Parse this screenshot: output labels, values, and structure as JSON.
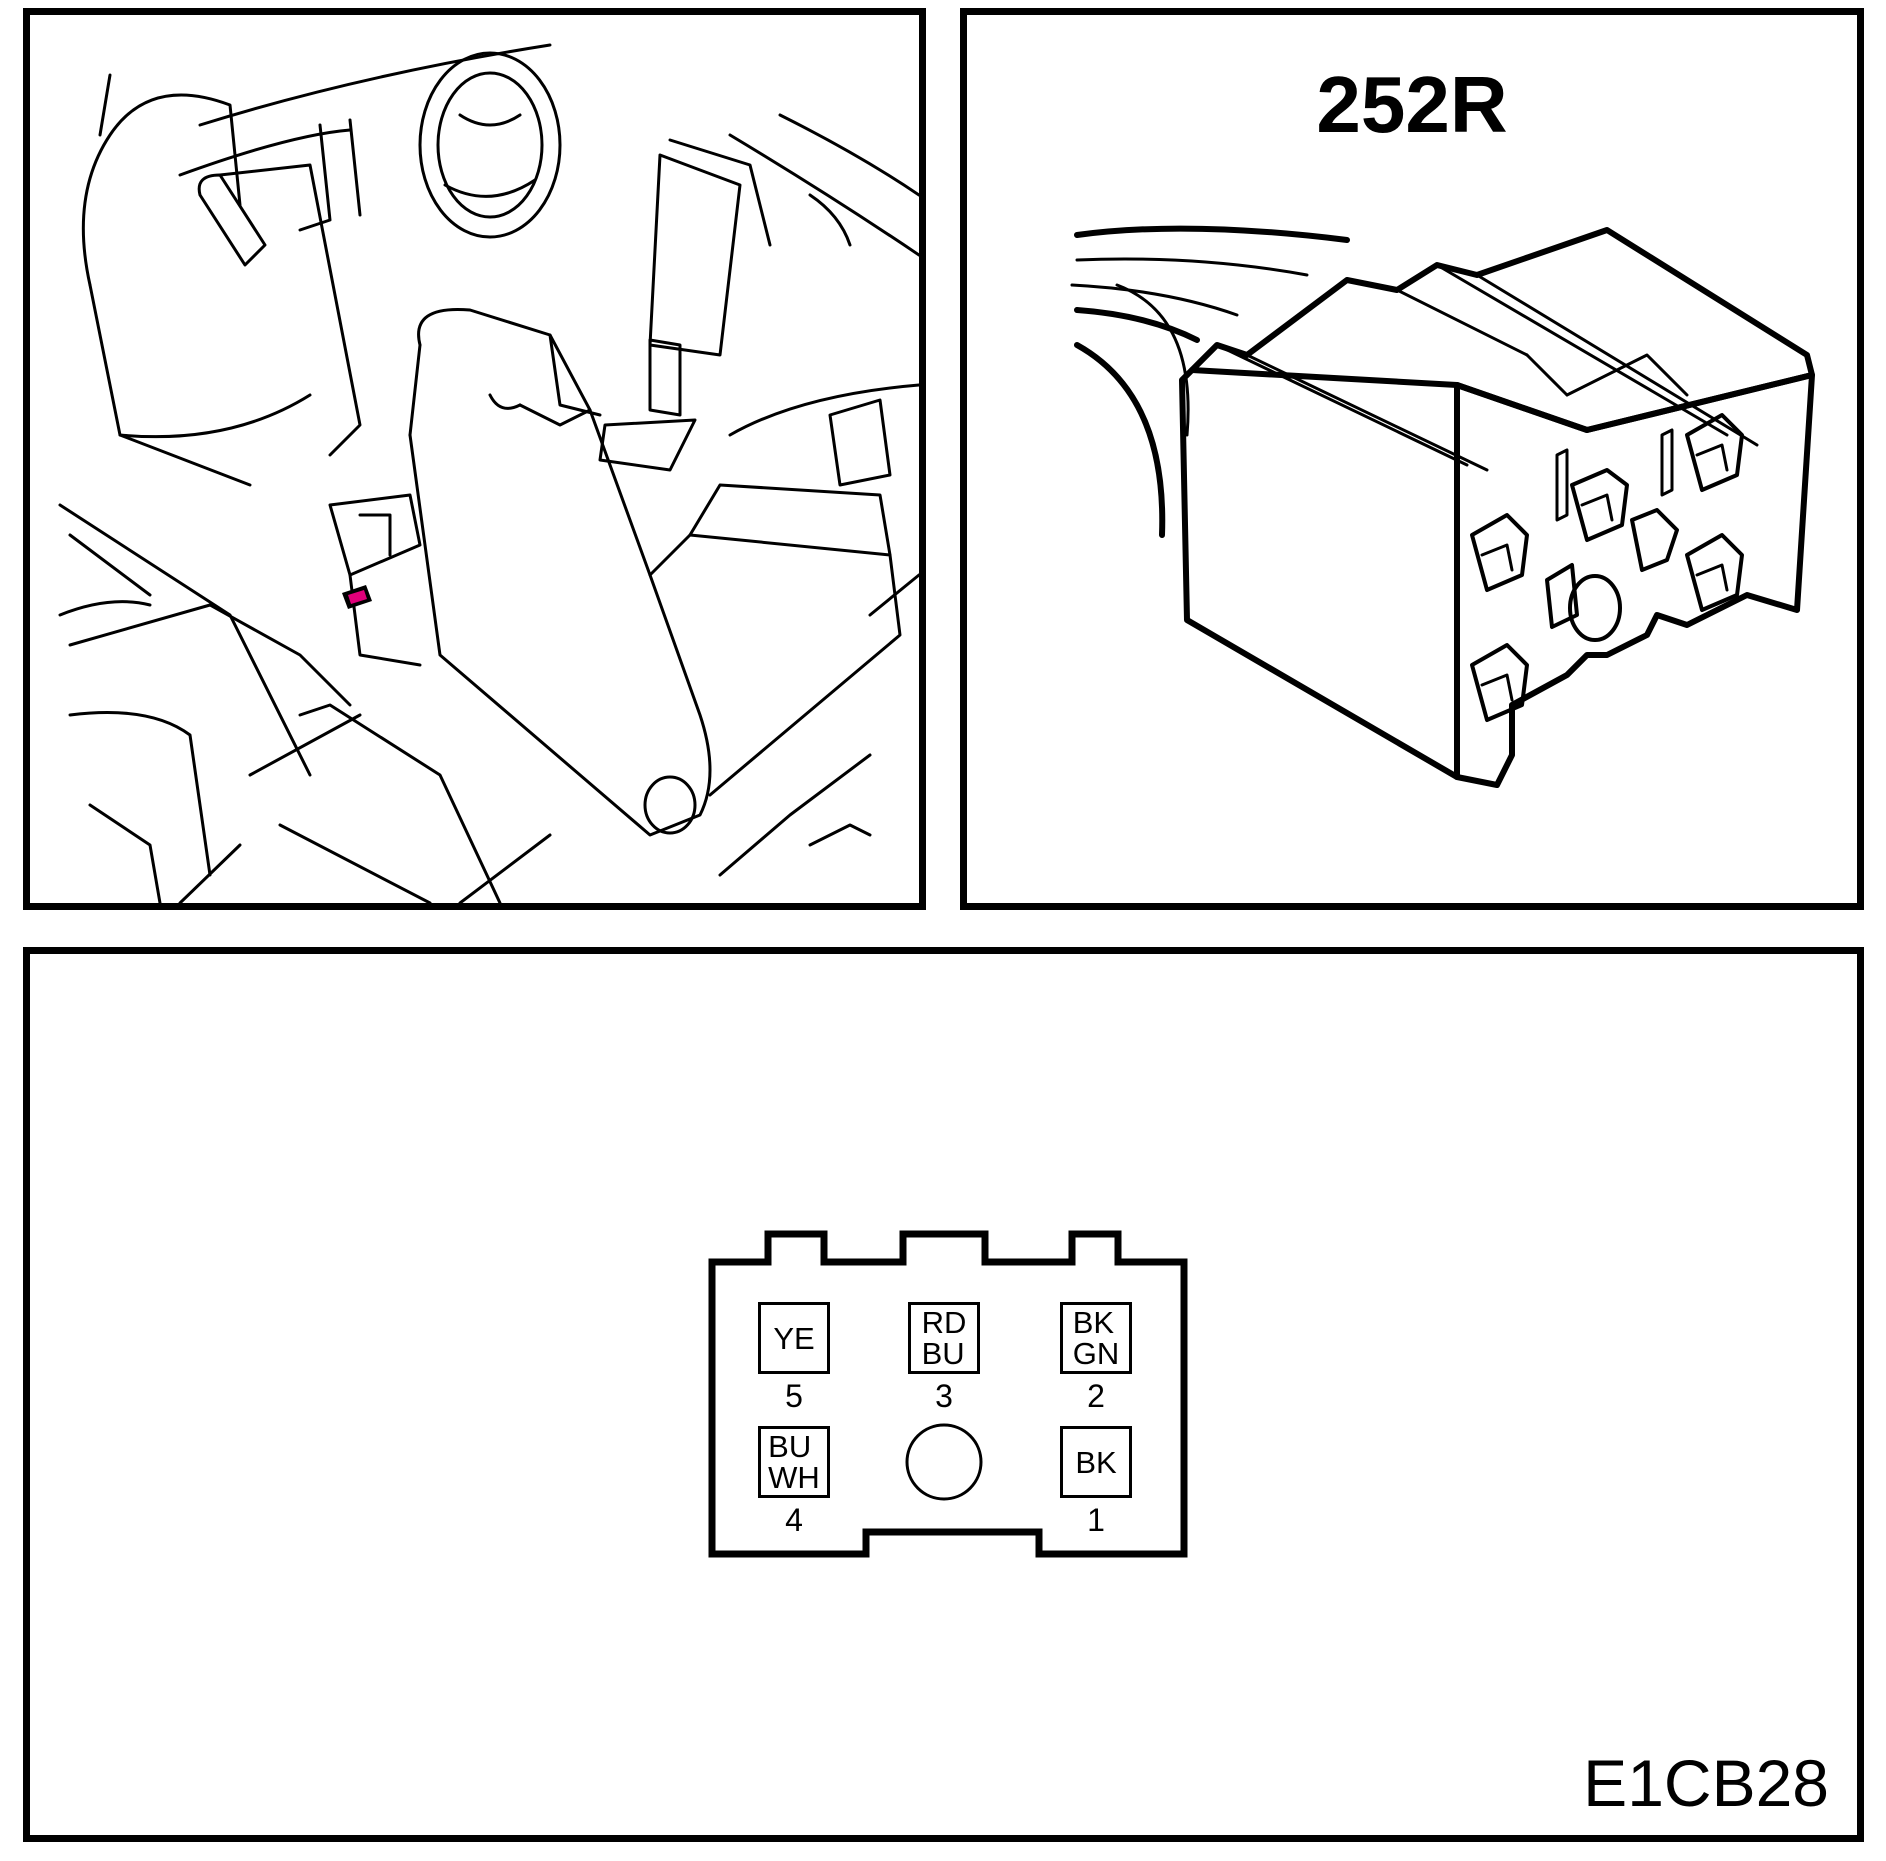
{
  "connector": {
    "id": "252R"
  },
  "diagram_code": "E1CB28",
  "accent_color": "#e0007a",
  "pins": [
    {
      "number": "5",
      "wire": "YE"
    },
    {
      "number": "3",
      "wire": "RD\nBU"
    },
    {
      "number": "2",
      "wire": "BK\nGN"
    },
    {
      "number": "4",
      "wire": "BU\nWH"
    },
    {
      "number": "1",
      "wire": "BK"
    }
  ],
  "empty_cavity_icon": "circle"
}
